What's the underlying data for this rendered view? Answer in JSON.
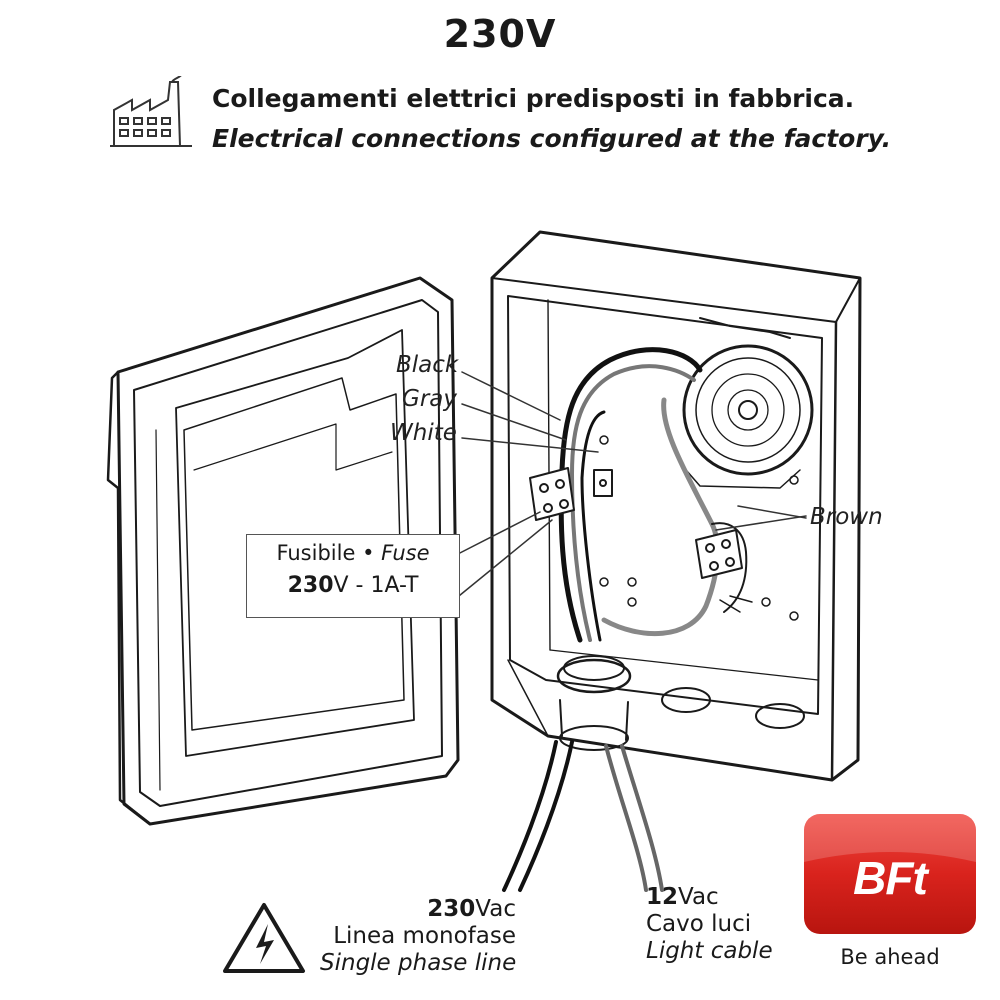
{
  "title": "230V",
  "header": {
    "line_it": "Collegamenti elettrici predisposti in fabbrica.",
    "line_en": "Electrical connections configured at the factory."
  },
  "wire_labels": {
    "black": "Black",
    "gray": "Gray",
    "white": "White",
    "brown": "Brown"
  },
  "fuse": {
    "label_it": "Fusibile",
    "separator": "•",
    "label_en": "Fuse",
    "voltage_bold": "230",
    "rating_rest": "V - 1A-T"
  },
  "cable_230": {
    "voltage_bold": "230",
    "unit": "Vac",
    "line_it": "Linea monofase",
    "line_en": "Single phase line"
  },
  "cable_12": {
    "voltage_bold": "12",
    "unit": "Vac",
    "line_it": "Cavo luci",
    "line_en": "Light cable"
  },
  "brand": {
    "logo_text": "BFT",
    "tagline": "Be ahead",
    "color_red": "#d9231d"
  },
  "icons": {
    "factory": "factory-icon",
    "hazard": "high-voltage-warning-icon"
  }
}
